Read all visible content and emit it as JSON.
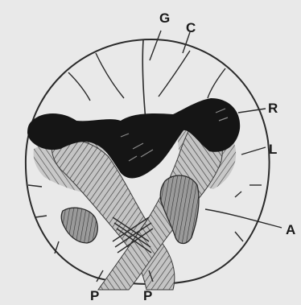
{
  "labels": {
    "g": "G",
    "c": "C",
    "r": "R",
    "l": "L",
    "a": "A",
    "p_left": "P",
    "p_right": "P"
  },
  "colors": {
    "background": "#e9e9e9",
    "outline": "#2a2a2a",
    "dark_mass": "#151515",
    "fiber_fill": "#b8b8b8",
    "fiber_stroke": "#3a3a3a"
  }
}
